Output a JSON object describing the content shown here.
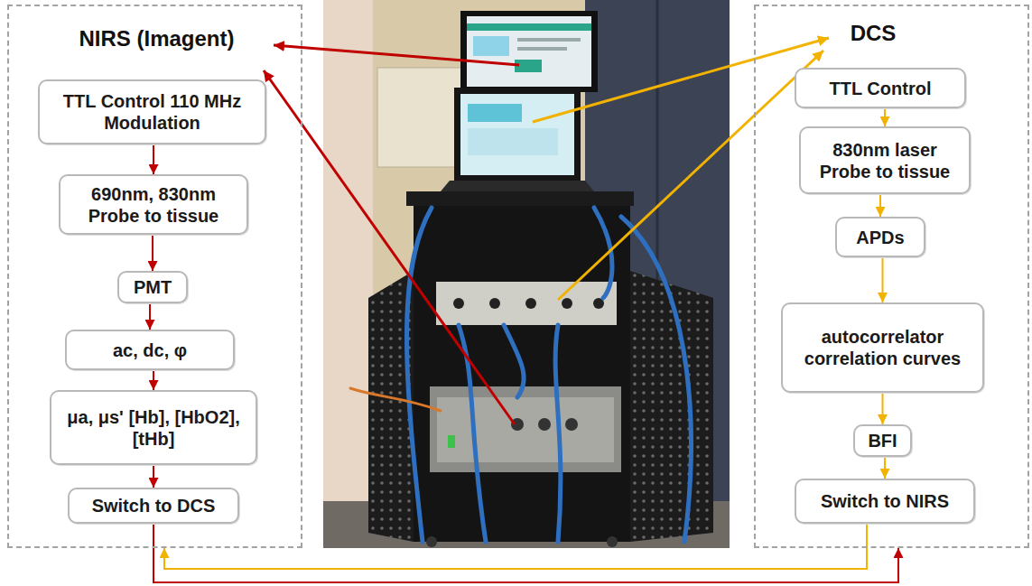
{
  "diagram": {
    "nodes": [
      {
        "text": [
          "NIRS (Imagent)"
        ]
      },
      {
        "text": [
          "TTL Control 110 MHz Modulation"
        ],
        "in": 0
      },
      {
        "text": [
          "690nm, 830nm Probe to tissue"
        ],
        "in": 0
      },
      {
        "text": [
          "PMT"
        ],
        "in": 0
      },
      {
        "text": [
          "ac, dc, φ"
        ],
        "in": 0
      },
      {
        "text": [
          "μa, μs' [Hb], [HbO2], [tHb]"
        ],
        "in": 0
      },
      {
        "text": [
          "Switch to DCS"
        ],
        "in": 0
      },
      {
        "text": [
          "DCS"
        ]
      },
      {
        "text": [
          "TTL Control"
        ],
        "in": 7
      },
      {
        "text": [
          "830nm laser Probe to tissue"
        ],
        "in": 7
      },
      {
        "text": [
          "APDs"
        ],
        "in": 7
      },
      {
        "text": [
          "autocorrelator correlation curves"
        ],
        "in": 7
      },
      {
        "text": [
          "BFI"
        ],
        "in": 7
      },
      {
        "text": [
          "Switch to NIRS"
        ],
        "in": 7
      }
    ],
    "edges": [
      {
        "from": 1,
        "to": 2,
        "arrow": "to"
      },
      {
        "from": 2,
        "to": 3,
        "arrow": "to"
      },
      {
        "from": 3,
        "to": 4,
        "arrow": "to"
      },
      {
        "from": 4,
        "to": 5,
        "arrow": "to"
      },
      {
        "from": 5,
        "to": 6,
        "arrow": "to"
      },
      {
        "from": 8,
        "to": 9,
        "arrow": "to"
      },
      {
        "from": 9,
        "to": 10,
        "arrow": "to"
      },
      {
        "from": 10,
        "to": 11,
        "arrow": "to"
      },
      {
        "from": 11,
        "to": 12,
        "arrow": "to"
      },
      {
        "from": 12,
        "to": 13,
        "arrow": "to"
      },
      {
        "from": 6,
        "to": 7,
        "arrow": "to"
      },
      {
        "from": 13,
        "to": 0,
        "arrow": "to"
      }
    ]
  }
}
